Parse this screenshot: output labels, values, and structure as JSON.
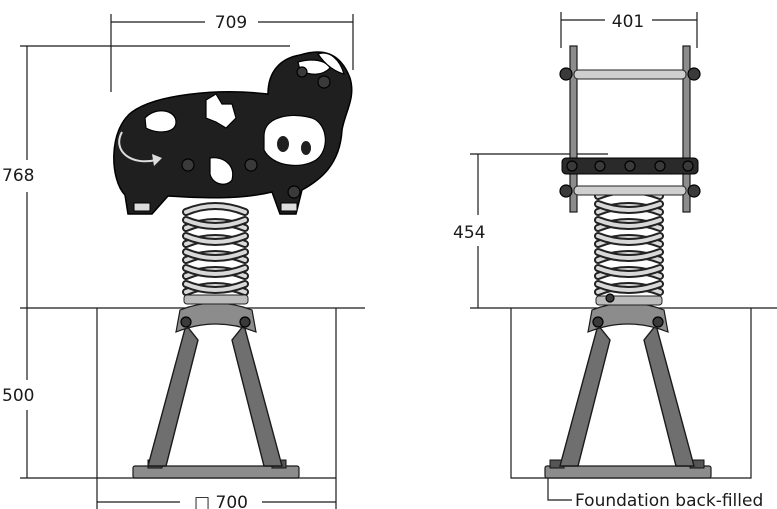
{
  "dimensions": {
    "overall_width": "709",
    "overall_height": "768",
    "foundation_depth": "500",
    "foundation_size": "□ 700",
    "handle_width": "401",
    "seat_height": "454"
  },
  "notes": {
    "foundation": "Foundation back-filled"
  }
}
